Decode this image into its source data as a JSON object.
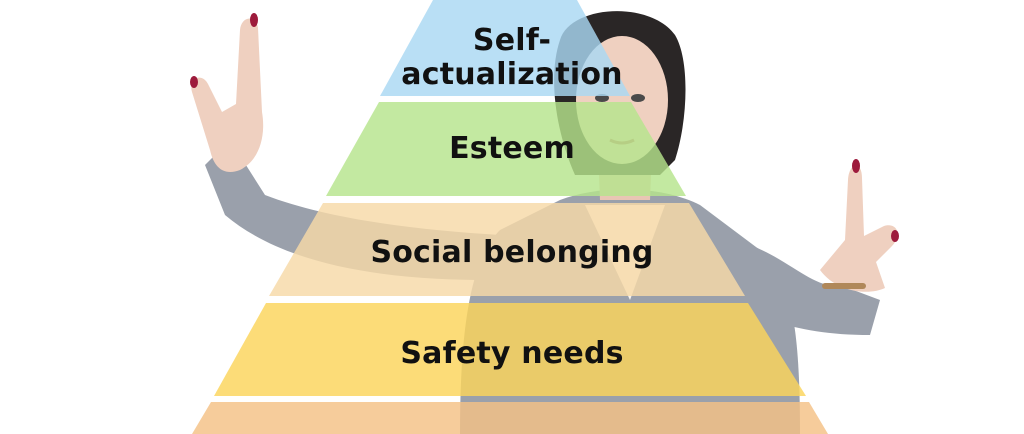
{
  "pyramid": {
    "levels": [
      {
        "line1": "Self-",
        "line2": "actualization",
        "color": "#a9d8f3"
      },
      {
        "label": "Esteem",
        "color": "#b6e48c"
      },
      {
        "label": "Social belonging",
        "color": "#f7d9a7"
      },
      {
        "label": "Safety needs",
        "color": "#fbd45a"
      },
      {
        "label": "",
        "color": "#f4c185"
      }
    ]
  },
  "person": {
    "jacket_color": "#9aa0ab",
    "skin_color": "#efd0c0",
    "hair_color": "#2a2626",
    "nail_color": "#9d1b3c"
  }
}
